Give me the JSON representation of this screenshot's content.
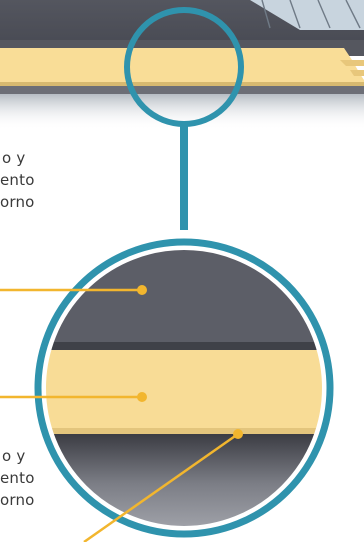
{
  "captions": {
    "upper": [
      "o y",
      "ento",
      "orno"
    ],
    "lower": [
      "o y",
      "ento",
      "orno"
    ]
  },
  "colors": {
    "panel_gray": "#5a5c66",
    "insulation_yellow": "#f8dc96",
    "ring_teal": "#2f93ad",
    "leader_yellow": "#f2b62e",
    "caption_text": "#3a3a3a"
  },
  "icons": [
    "magnifier-ring",
    "leader-dot"
  ]
}
